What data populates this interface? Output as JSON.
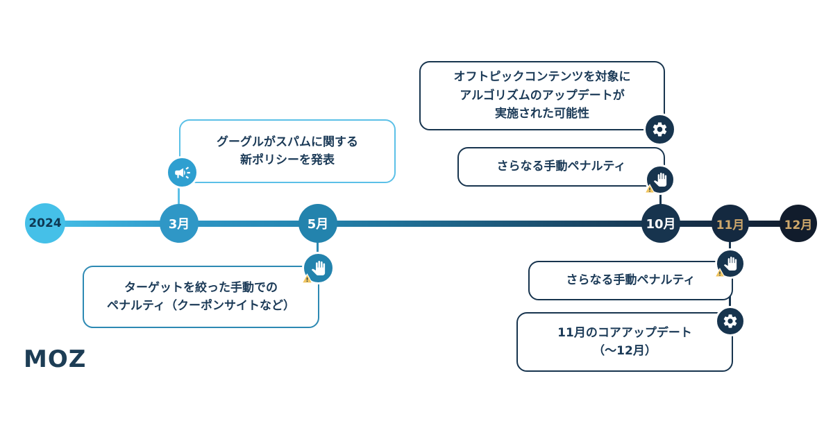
{
  "logo": {
    "text": "MOZ"
  },
  "colors": {
    "background": "#ffffff",
    "text": "#1b3a57",
    "node_2024": "#45c0e8",
    "node_march": "#2f97c6",
    "node_may": "#2383ad",
    "node_october": "#17344e",
    "node_november": "#142940",
    "node_december": "#111c2c",
    "gold_month_label": "#cfa86b",
    "march_accent": "#5bc0e7",
    "may_accent": "#2c89b3",
    "navy_accent": "#17344e"
  },
  "timeline": {
    "nodes": [
      {
        "label": "2024"
      },
      {
        "label": "3月"
      },
      {
        "label": "5月"
      },
      {
        "label": "10月"
      },
      {
        "label": "11月"
      },
      {
        "label": "12月"
      }
    ]
  },
  "callouts": [
    {
      "id": "march-spam-policy",
      "icon": "megaphone-icon",
      "lines": [
        "グーグルがスパムに関する",
        "新ポリシーを発表"
      ]
    },
    {
      "id": "may-manual-penalty",
      "icon": "hand-icon",
      "lines": [
        "ターゲットを絞った手動での",
        "ペナルティ（クーポンサイトなど）"
      ]
    },
    {
      "id": "october-algorithm-update",
      "icon": "gear-icon",
      "lines": [
        "オフトピックコンテンツを対象に",
        "アルゴリズムのアップデートが",
        "実施された可能性"
      ]
    },
    {
      "id": "october-manual-penalty",
      "icon": "hand-icon",
      "lines": [
        "さらなる手動ペナルティ"
      ]
    },
    {
      "id": "november-manual-penalty",
      "icon": "hand-icon",
      "lines": [
        "さらなる手動ペナルティ"
      ]
    },
    {
      "id": "november-core-update",
      "icon": "gear-icon",
      "lines": [
        "11月のコアアップデート",
        "（〜12月）"
      ]
    }
  ]
}
